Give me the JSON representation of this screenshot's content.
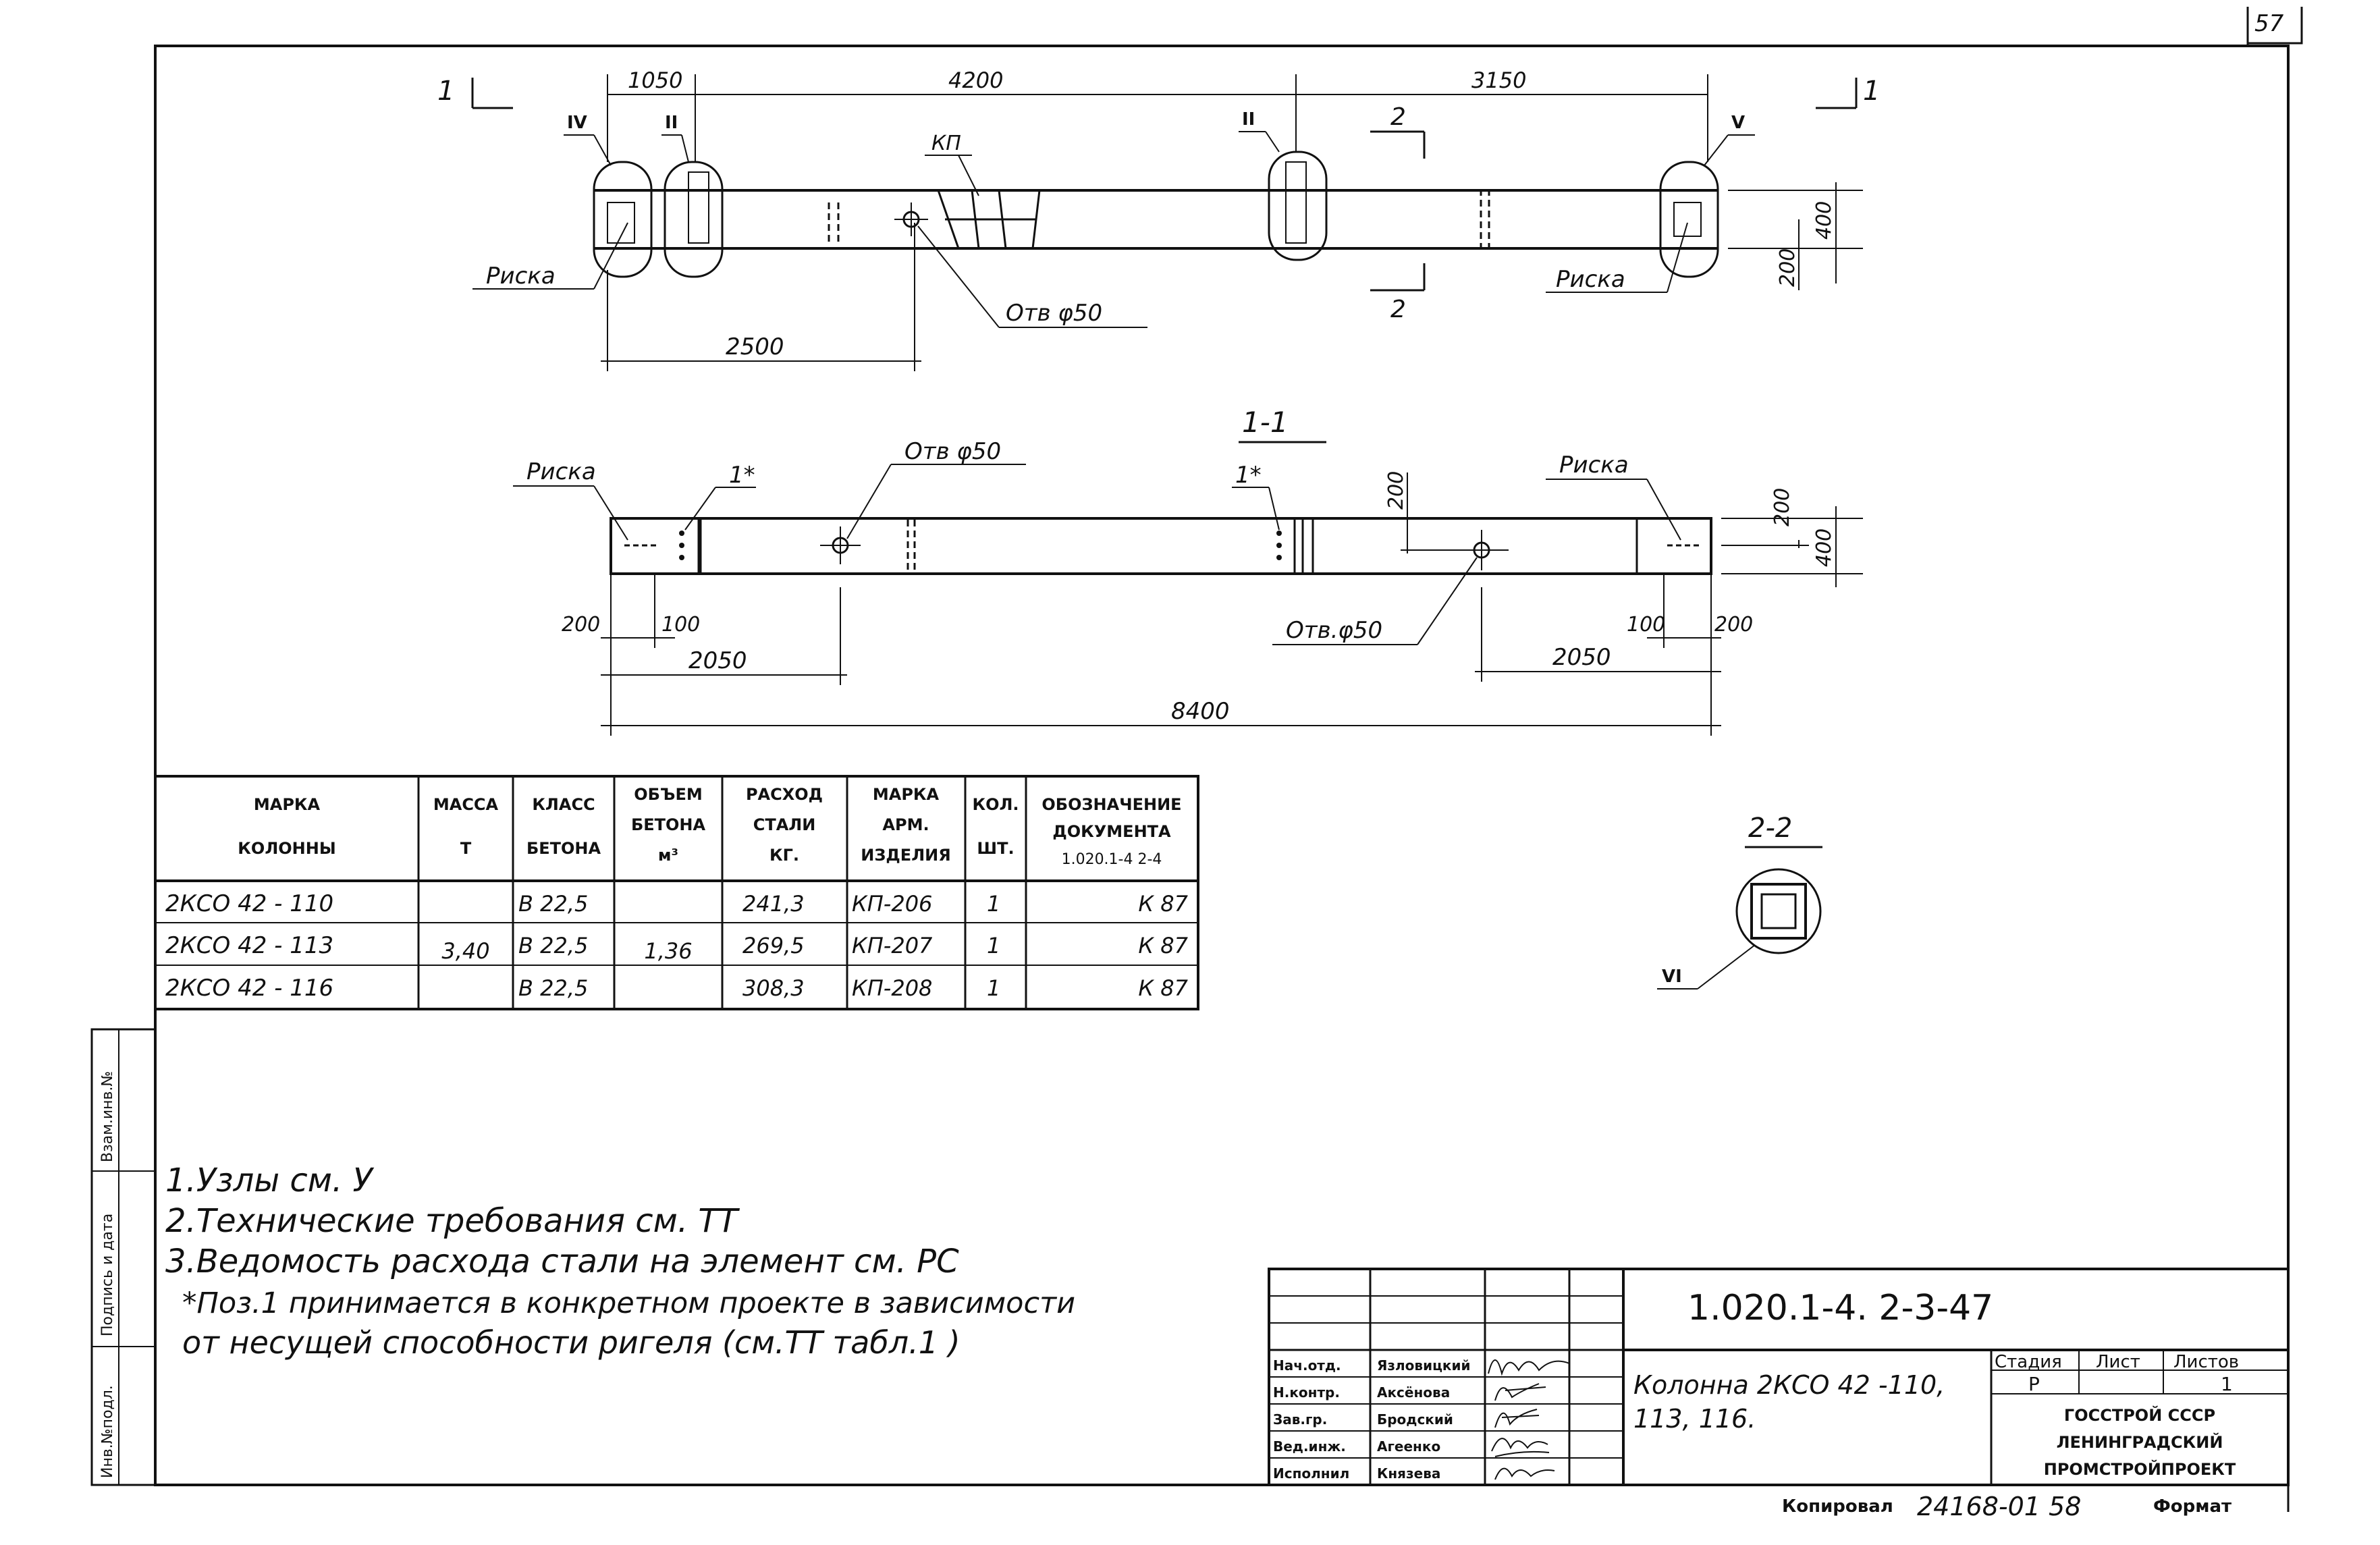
{
  "sheet": {
    "page_number": "57",
    "side_stamp": [
      "Инв.№подл.",
      "Подпись и дата",
      "Взам.инв.№"
    ]
  },
  "plan_view": {
    "dims_top": [
      "1050",
      "4200",
      "3150"
    ],
    "dim_2500": "2500",
    "dim_400": "400",
    "dim_200": "200",
    "hole_label": "Отв φ50",
    "kp_label": "КП",
    "risk_label": "Риска",
    "section_marks": [
      "1",
      "1",
      "2",
      "2"
    ],
    "node_marks": [
      "IV",
      "II",
      "II",
      "V"
    ]
  },
  "section_1_1": {
    "title": "1-1",
    "risk_label": "Риска",
    "hole_labels": [
      "Отв φ50",
      "Отв.φ50"
    ],
    "pos_labels": [
      "1*",
      "1*"
    ],
    "dims": {
      "d200_left": "200",
      "d100_left": "100",
      "d2050_left": "2050",
      "d8400": "8400",
      "d100_right": "100",
      "d200_right": "200",
      "d2050_right": "2050",
      "d200_vert": "200",
      "d200_top_right": "200",
      "d400_right": "400"
    }
  },
  "section_2_2": {
    "title": "2-2",
    "node_mark": "VI"
  },
  "spec_table": {
    "headers": {
      "mark": [
        "МАРКА",
        "КОЛОННЫ"
      ],
      "mass": [
        "МАССА",
        "Т"
      ],
      "class": [
        "КЛАСС",
        "БЕТОНА"
      ],
      "volume": [
        "ОБЪЕМ",
        "БЕТОНА",
        "м³"
      ],
      "steel": [
        "РАСХОД",
        "СТАЛИ",
        "КГ."
      ],
      "arm": [
        "МАРКА",
        "АРМ.",
        "ИЗДЕЛИЯ"
      ],
      "qty": [
        "КОЛ.",
        "ШТ."
      ],
      "doc": [
        "ОБОЗНАЧЕНИЕ",
        "ДОКУМЕНТА",
        "1.020.1-4  2-4"
      ]
    },
    "rows": [
      {
        "mark": "2КСО 42 - 110",
        "class": "В 22,5",
        "steel": "241,3",
        "arm": "КП-206",
        "qty": "1",
        "doc": "К 87"
      },
      {
        "mark": "2КСО 42 - 113",
        "class": "В 22,5",
        "steel": "269,5",
        "arm": "КП-207",
        "qty": "1",
        "doc": "К 87"
      },
      {
        "mark": "2КСО 42 - 116",
        "class": "В 22,5",
        "steel": "308,3",
        "arm": "КП-208",
        "qty": "1",
        "doc": "К 87"
      }
    ],
    "shared_mass": "3,40",
    "shared_volume": "1,36"
  },
  "notes": [
    "1.Узлы см. У",
    "2.Технические требования см. ТТ",
    "3.Ведомость расхода стали на элемент см. РС",
    "*Поз.1 принимается в конкретном проекте в зависимости",
    "от несущей способности ригеля (см.ТТ табл.1 )"
  ],
  "title_block": {
    "doc_code": "1.020.1-4.    2-3-47",
    "element_title": [
      "Колонна 2КСО 42 -110,",
      "113, 116."
    ],
    "stage_header": "Стадия",
    "sheet_header": "Лист",
    "sheets_header": "Листов",
    "stage": "Р",
    "sheet": "1",
    "org": [
      "ГОССТРОЙ СССР",
      "ЛЕНИНГРАДСКИЙ",
      "ПРОМСТРОЙПРОЕКТ"
    ],
    "roles": [
      "Нач.отд.",
      "Н.контр.",
      "Зав.гр.",
      "Вед.инж.",
      "Исполнил"
    ],
    "names": [
      "Язловицкий",
      "Аксёнова",
      "Бродский",
      "Агеенко",
      "Князева"
    ],
    "copied_label": "Копировал",
    "copy_number": "24168-01  58",
    "format_label": "Формат"
  }
}
